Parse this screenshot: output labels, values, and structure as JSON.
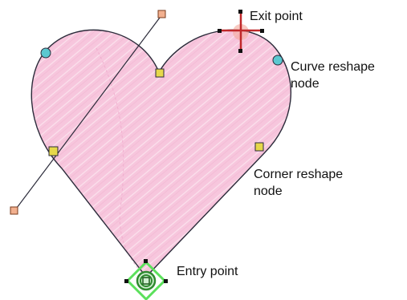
{
  "labels": {
    "exit_point": "Exit point",
    "curve_reshape_line1": "Curve reshape",
    "curve_reshape_line2": "node",
    "corner_reshape_line1": "Corner reshape",
    "corner_reshape_line2": "node",
    "entry_point": "Entry point"
  },
  "colors": {
    "fill": "#f7c6dd",
    "stitch": "#fbe4ef",
    "outline": "#2b2b3a",
    "corner_node": "#e6d84a",
    "curve_node": "#5cc8d0",
    "handle_node": "#f2b08f",
    "exit_cross": "#c0282a",
    "entry_ring": "#2f8a2f",
    "entry_diamond": "#5be05b"
  }
}
